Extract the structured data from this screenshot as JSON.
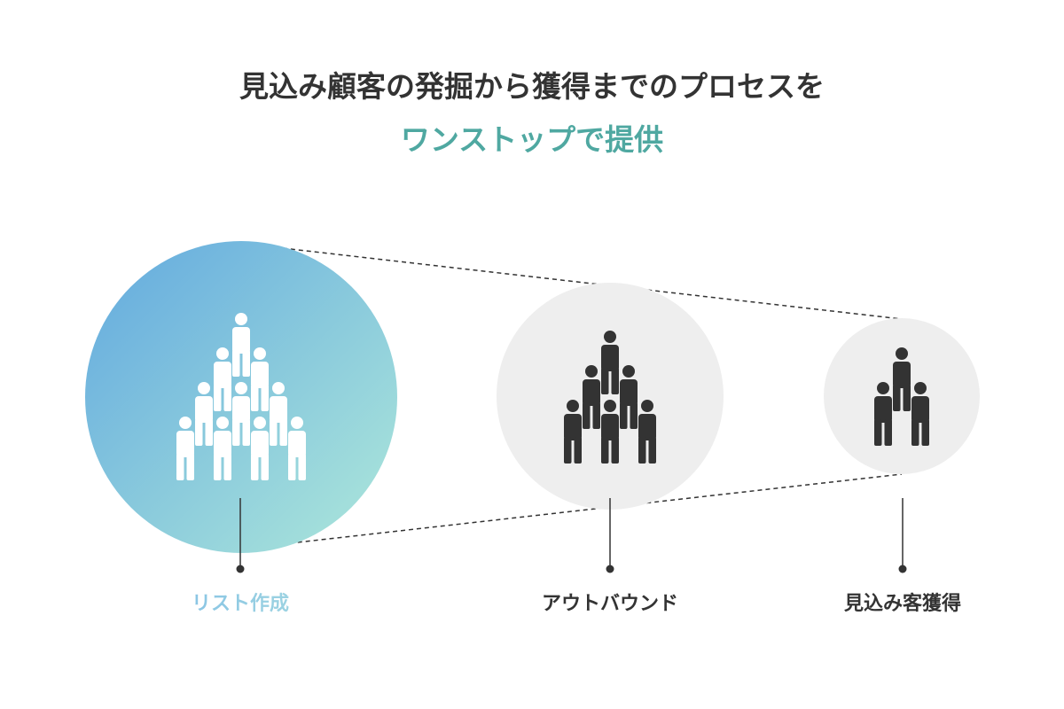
{
  "heading": {
    "line1": "見込み顧客の発掘から獲得までのプロセスを",
    "line2": "ワンストップで提供"
  },
  "stages": [
    {
      "label": "リスト作成",
      "people": 10,
      "style": "gradient"
    },
    {
      "label": "アウトバウンド",
      "people": 6,
      "style": "gray"
    },
    {
      "label": "見込み客獲得",
      "people": 3,
      "style": "gray"
    }
  ],
  "colors": {
    "heading_text": "#333333",
    "accent_text": "#4fa8a1",
    "gradient_start": "#62a9df",
    "gradient_end": "#aee8da",
    "gray_circle": "#eeeeee",
    "person_light": "#ffffff",
    "person_dark": "#333333"
  }
}
